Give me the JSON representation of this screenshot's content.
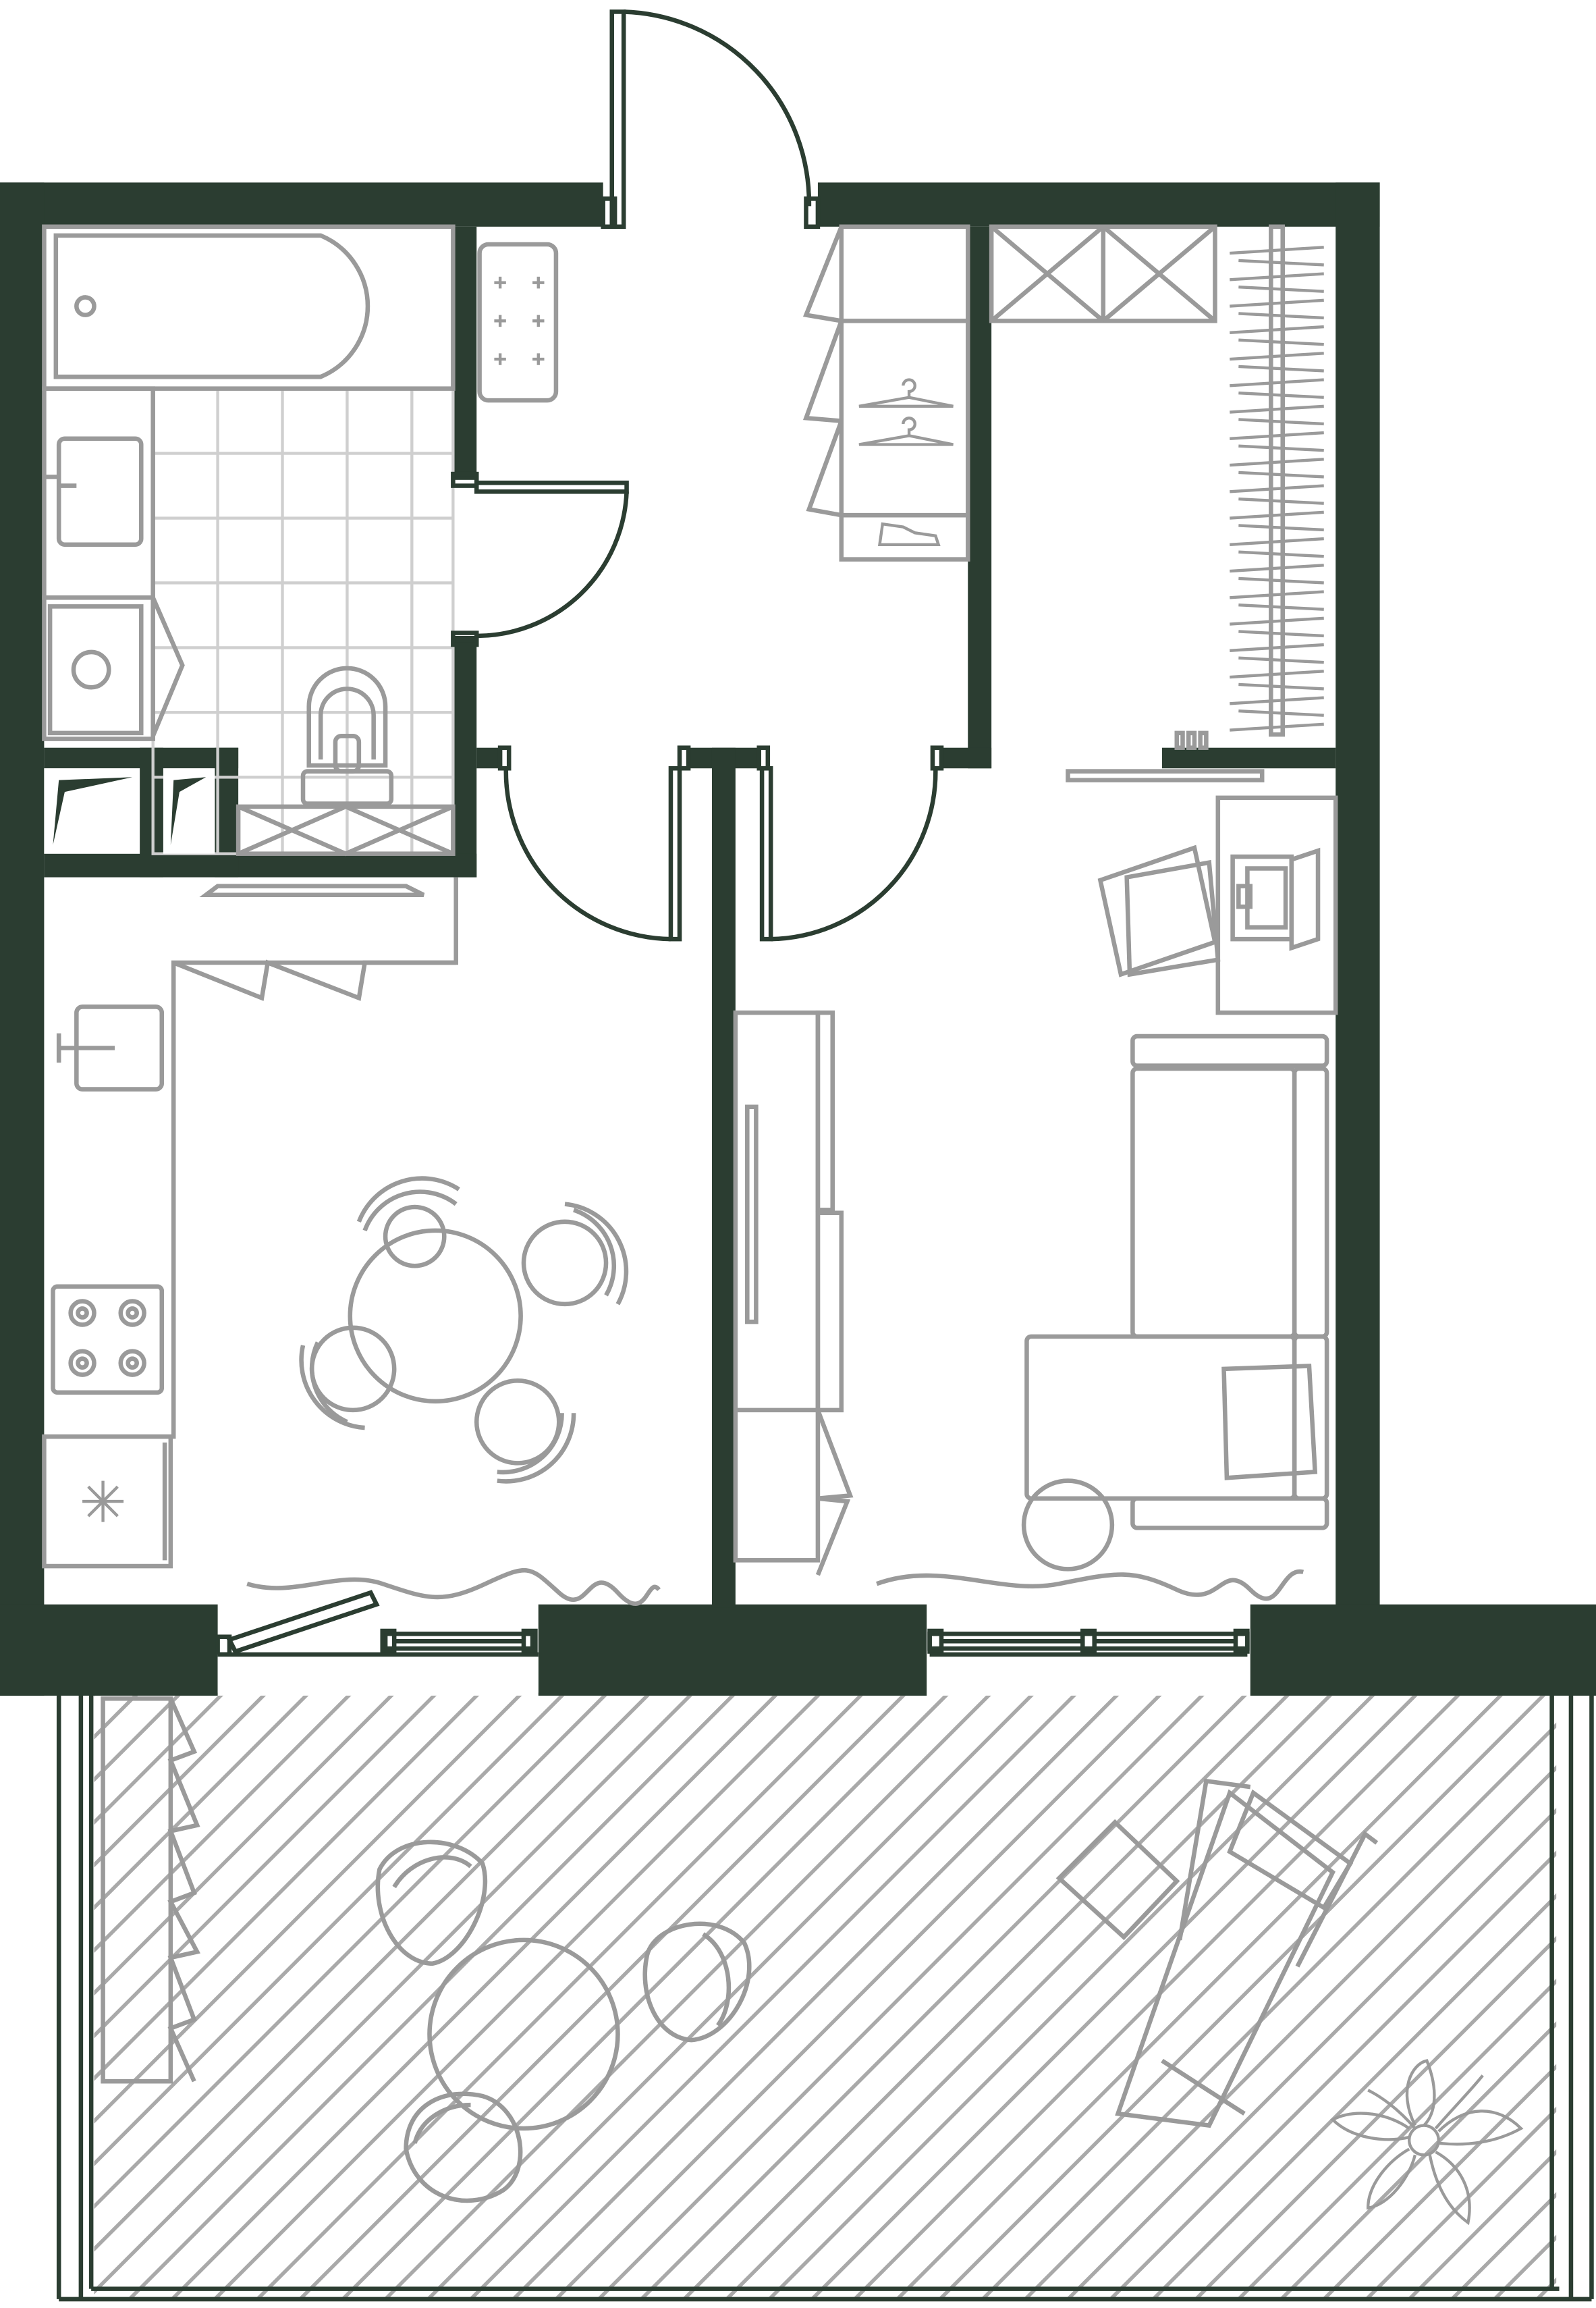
{
  "colors": {
    "wall": "#2b3d31",
    "line": "#9a9a9a",
    "hatch": "#a9a9a9",
    "tile": "#cfcfcf",
    "background": "#ffffff"
  },
  "rooms": [
    {
      "id": "entrance-hall",
      "icon": "door-swing-icon"
    },
    {
      "id": "bathroom",
      "icon": "bathtub-icon"
    },
    {
      "id": "kitchen-dining",
      "icon": "dining-table-icon"
    },
    {
      "id": "living-bedroom",
      "icon": "sofa-icon"
    },
    {
      "id": "walk-in-closet",
      "icon": "clothes-rail-icon"
    },
    {
      "id": "balcony",
      "icon": "sun-lounger-icon"
    }
  ]
}
